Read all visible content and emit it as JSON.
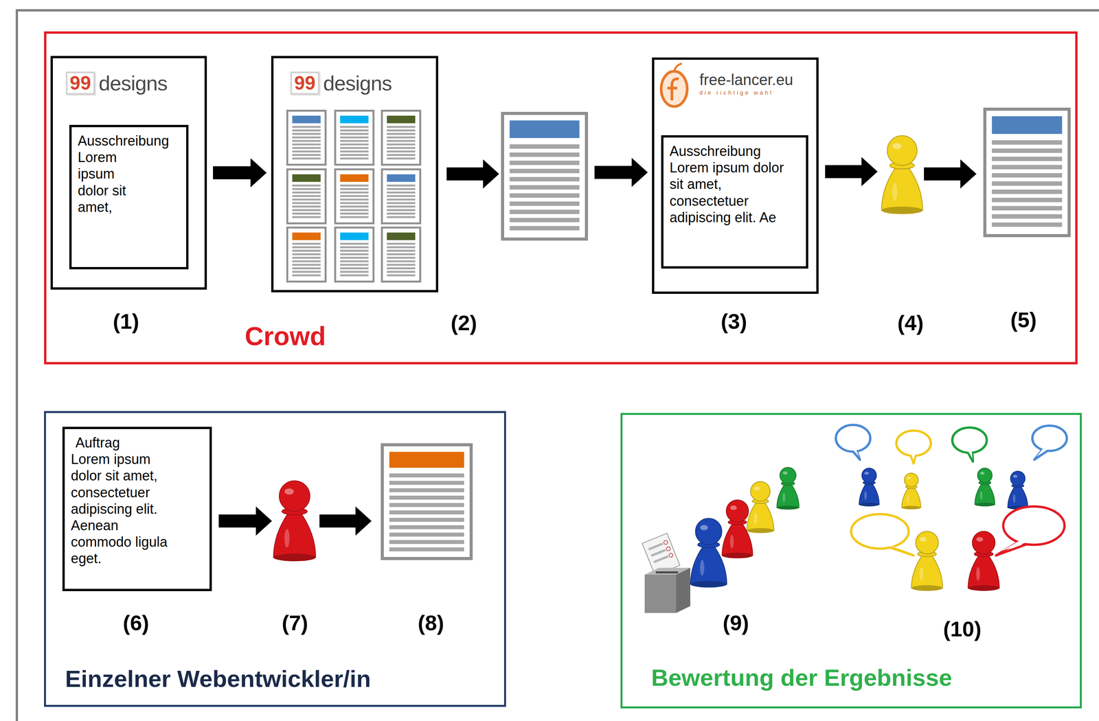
{
  "diagram": {
    "nodes": [
      {
        "text": [
          "Crowd"
        ]
      },
      {
        "text": [
          "99",
          "designs"
        ],
        "in": 0
      },
      {
        "text": [
          "Ausschreibung",
          "Lorem ipsum dolor sit amet,"
        ],
        "in": 1
      },
      {
        "text": [
          "99",
          "designs"
        ],
        "in": 0
      },
      {
        "text": [
          "free-lancer.eu",
          "die richtige wahl"
        ],
        "in": 0
      },
      {
        "text": [
          "Ausschreibung",
          "Lorem ipsum dolor sit amet, consectetuer adipiscing elit. Ae"
        ],
        "in": 4
      },
      {
        "text": [
          "Einzelner Webentwickler/in"
        ]
      },
      {
        "text": [
          "Auftrag",
          "Lorem ipsum dolor sit amet, consectetuer adipiscing elit. Aenean commodo ligula eget."
        ],
        "in": 6
      },
      {
        "text": [
          "Bewertung der Ergebnisse"
        ]
      }
    ],
    "edges": [
      {
        "from": 1,
        "to": 3,
        "arrow": "to"
      }
    ],
    "labels": [
      "(1)",
      "(2)",
      "(3)",
      "(4)",
      "(5)",
      "(6)",
      "(7)",
      "(8)",
      "(9)",
      "(10)"
    ]
  }
}
